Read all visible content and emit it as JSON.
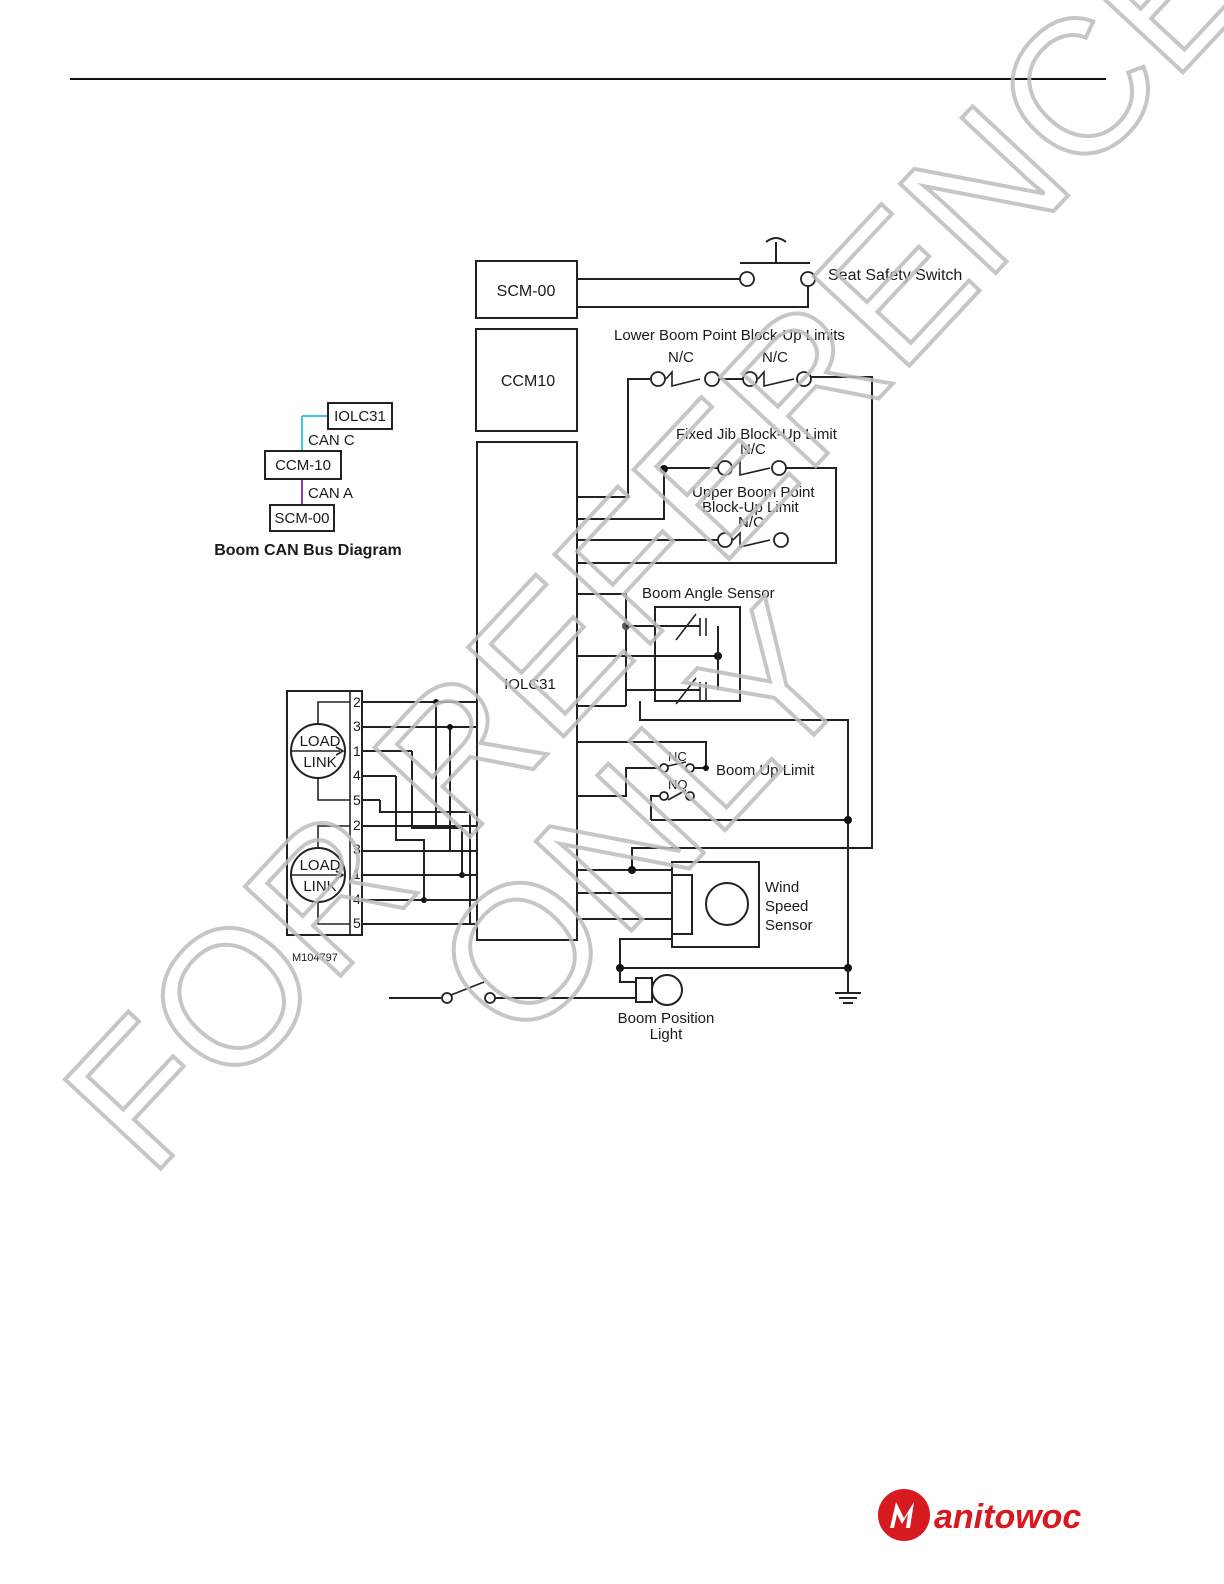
{
  "diagram": {
    "modules": {
      "scm": "SCM-00",
      "ccm": "CCM10",
      "iolc": "IOLC31"
    },
    "labels": {
      "seat_safety_switch": "Seat Safety Switch",
      "lower_boom_limits": "Lower Boom Point Block-Up Limits",
      "nc_1": "N/C",
      "nc_2": "N/C",
      "fixed_jib": "Fixed Jib Block-Up Limit",
      "nc_3": "N/C",
      "upper_boom_1": "Upper Boom Point",
      "upper_boom_2": "Block-Up Limit",
      "nc_4": "N/C",
      "boom_angle_sensor": "Boom Angle Sensor",
      "boom_up_limit": "Boom Up Limit",
      "nc_small": "NC",
      "no_small": "NO",
      "wind_1": "Wind",
      "wind_2": "Speed",
      "wind_3": "Sensor",
      "boom_light_1": "Boom Position",
      "boom_light_2": "Light",
      "figure_id": "M104797"
    },
    "can_bus": {
      "title": "Boom CAN Bus Diagram",
      "iolc": "IOLC31",
      "can_c": "CAN C",
      "ccm": "CCM-10",
      "can_a": "CAN A",
      "scm": "SCM-00",
      "can_c_color": "#3cc8d8",
      "can_a_color": "#8a3fb0"
    },
    "load_links": {
      "upper": {
        "line1": "LOAD",
        "line2": "LINK",
        "pins": [
          "2",
          "3",
          "1",
          "4",
          "5"
        ]
      },
      "lower": {
        "line1": "LOAD",
        "line2": "LINK",
        "pins": [
          "2",
          "3",
          "1",
          "4",
          "5"
        ]
      }
    },
    "watermark": {
      "line1": "FOR REFERENCE",
      "line2": "ONLY"
    }
  },
  "brand": {
    "logo_text": "Manitowoc",
    "color": "#d71920"
  }
}
